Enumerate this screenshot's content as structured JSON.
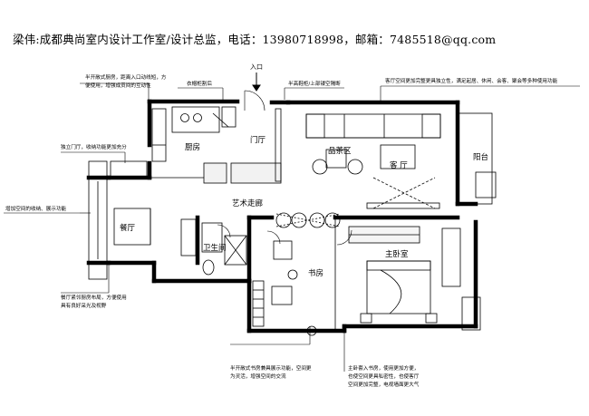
{
  "header": {
    "designer_line": "梁伟:成都典尚室内设计工作室/设计总监，电话：13980718998，邮箱：7485518@qq.com"
  },
  "rooms": {
    "kitchen": "厨房",
    "foyer": "门厅",
    "tea_area": "品茶区",
    "living_room": "客 厅",
    "balcony": "阳台",
    "art_corridor": "艺术走廊",
    "dining_room": "餐厅",
    "bathroom": "卫生间",
    "study": "书房",
    "master_bedroom": "主卧室"
  },
  "labels": {
    "entrance": "入口",
    "shoe_cabinet": "衣帽柜割后",
    "half_height_cabinet": "半高鞋柜/上部镂空隔断"
  },
  "notes": {
    "open_kitchen": [
      "半开敞式厨房，距离入口动线短，方",
      "便使用，增强成员间的互动性"
    ],
    "living_space": [
      "客厅空间更加完整更具独立性，满足起居、休闲、会客、聚会等多种使用功能"
    ],
    "independent_foyer": [
      "独立门厅，收纳功能更加充分"
    ],
    "storage_display": [
      "增加空间的收纳、展示功能"
    ],
    "dining_layout": [
      "餐厅紧邻厨房布局，方便使用",
      "具有良好采光及视野"
    ],
    "study_open": [
      "半开敞式书房兼具展示功能，空间更",
      "为灵活，增强空间的交流"
    ],
    "master_suite": [
      "主卧套入书房，使用更加方便，",
      "也使空间更具私密性，也使客厅",
      "空间更加完整，电视墙面更大气"
    ]
  }
}
